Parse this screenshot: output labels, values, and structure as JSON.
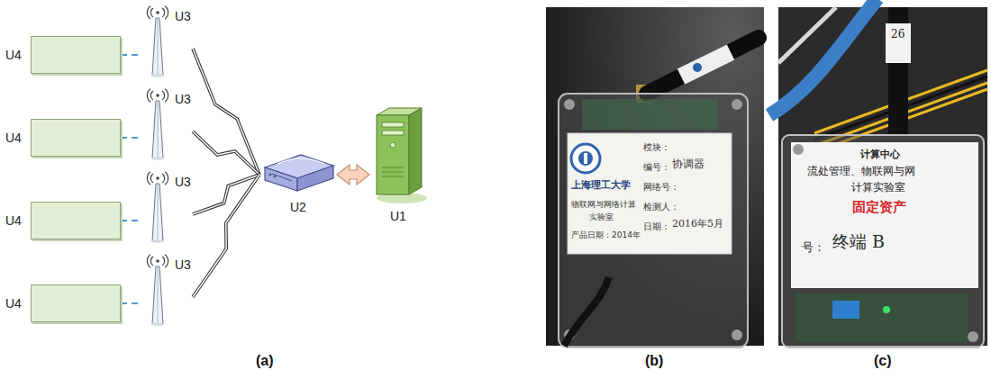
{
  "diagram": {
    "nodes": [
      {
        "text": [
          "U4"
        ]
      },
      {
        "text": [
          "U4"
        ]
      },
      {
        "text": [
          "U4"
        ]
      },
      {
        "text": [
          "U4"
        ]
      },
      {
        "text": [
          "U3"
        ]
      },
      {
        "text": [
          "U3"
        ]
      },
      {
        "text": [
          "U3"
        ]
      },
      {
        "text": [
          "U3"
        ]
      },
      {
        "text": [
          "U2"
        ]
      },
      {
        "text": [
          "U1"
        ]
      }
    ],
    "edges": [
      {
        "from": 0,
        "to": 4,
        "arrow": "none"
      },
      {
        "from": 1,
        "to": 5,
        "arrow": "none"
      },
      {
        "from": 2,
        "to": 6,
        "arrow": "none"
      },
      {
        "from": 3,
        "to": 7,
        "arrow": "none"
      },
      {
        "from": 4,
        "to": 8,
        "arrow": "none"
      },
      {
        "from": 5,
        "to": 8,
        "arrow": "none"
      },
      {
        "from": 6,
        "to": 8,
        "arrow": "none"
      },
      {
        "from": 7,
        "to": 8,
        "arrow": "none"
      },
      {
        "from": 8,
        "to": 9,
        "arrow": "both"
      }
    ],
    "labels": [
      "(a)",
      "模块：",
      "编号：",
      "协调器",
      "网络号：",
      "检测人：",
      "日期：",
      "2016年5月",
      "上海理工大学",
      "物联网与网络计算",
      "实验室",
      "产品日期：2014年",
      "(b)",
      "26",
      "计算中心",
      "流处管理、物联网与网",
      "计算实验室",
      "固定资产",
      "号：",
      "终端 B",
      "(c)"
    ]
  }
}
